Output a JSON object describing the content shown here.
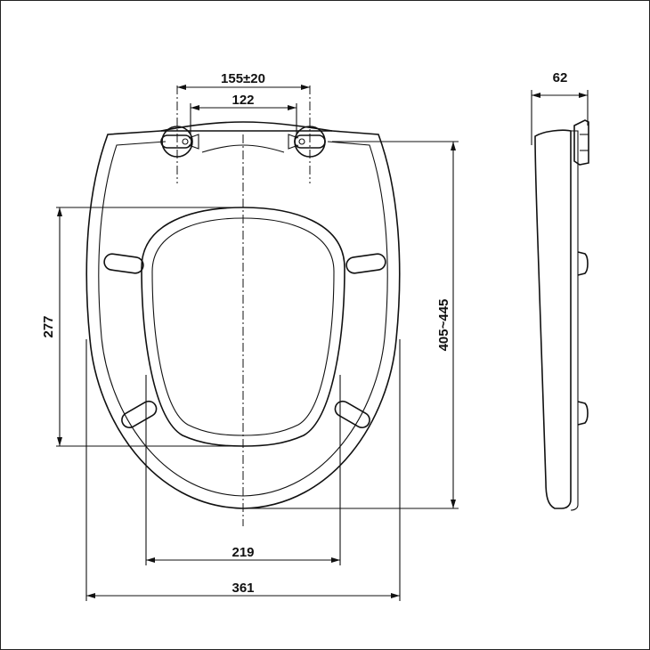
{
  "drawing": {
    "dimensions": {
      "hinge_spacing": "155±20",
      "hinge_inner": "122",
      "opening_length": "277",
      "seat_length": "405~445",
      "opening_width": "219",
      "seat_width": "361",
      "side_thickness": "62"
    }
  }
}
